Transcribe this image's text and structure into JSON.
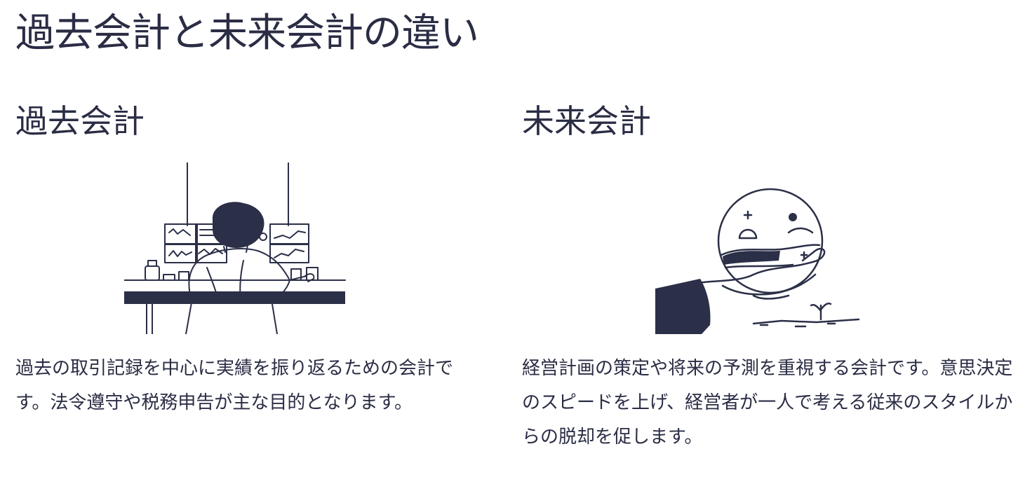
{
  "page": {
    "title": "過去会計と未来会計の違い"
  },
  "sections": [
    {
      "title": "過去会計",
      "illustration": "person-at-monitors-illustration",
      "description": "過去の取引記録を中心に実績を振り返るための会計です。法令遵守や税務申告が主な目的となります。"
    },
    {
      "title": "未来会計",
      "illustration": "hand-holding-globe-illustration",
      "description": "経営計画の策定や将来の予測を重視する会計です。意思決定のスピードを上げ、経営者が一人で考える従来のスタイルからの脱却を促します。"
    }
  ],
  "colors": {
    "text": "#2a2d44",
    "ink": "#2b2f47",
    "background": "#ffffff"
  }
}
